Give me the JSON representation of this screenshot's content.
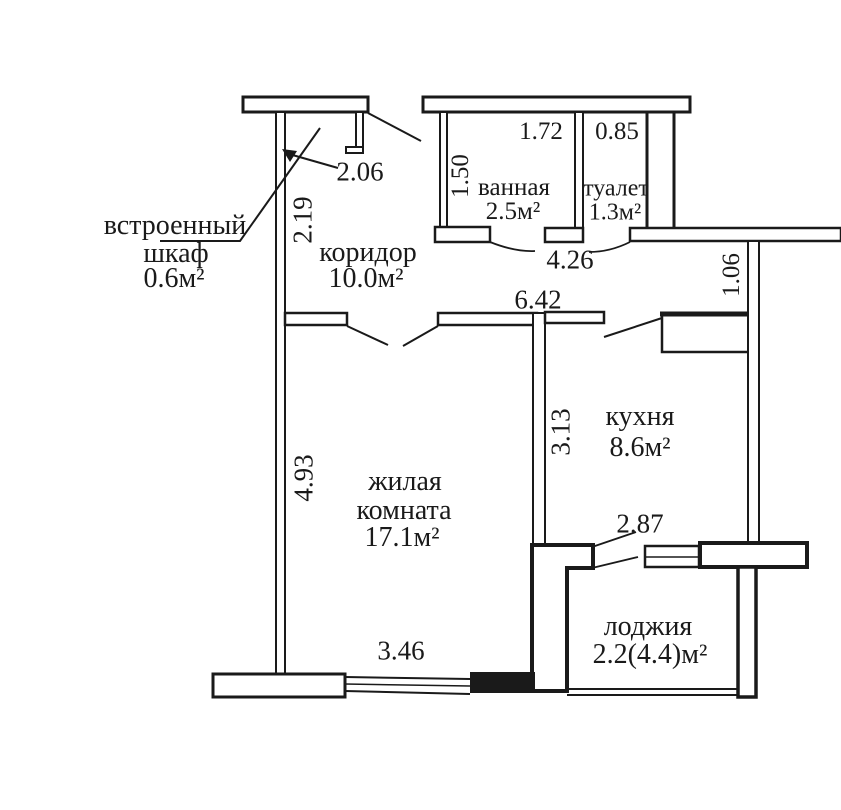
{
  "plan": {
    "rooms": {
      "closet": {
        "name_line1": "встроенный",
        "name_line2": "шкаф",
        "area": "0.6м²"
      },
      "corridor": {
        "name": "коридор",
        "area": "10.0м²"
      },
      "bathroom": {
        "name": "ванная",
        "area": "2.5м²"
      },
      "toilet": {
        "name": "туалет",
        "area": "1.3м²"
      },
      "kitchen": {
        "name": "кухня",
        "area": "8.6м²"
      },
      "living_room": {
        "name_line1": "жилая",
        "name_line2": "комната",
        "area": "17.1м²"
      },
      "loggia": {
        "name": "лоджия",
        "area": "2.2(4.4)м²"
      }
    },
    "dimensions": {
      "closet_opening": "2.06",
      "corridor_depth": "2.19",
      "bathroom_width": "1.72",
      "toilet_width": "0.85",
      "bathroom_depth": "1.50",
      "hall_width": "4.26",
      "entry_wall_offset": "1.06",
      "corridor_width": "6.42",
      "kitchen_depth": "3.13",
      "living_depth": "4.93",
      "loggia_opening": "2.87",
      "living_width": "3.46"
    },
    "colors": {
      "ink": "#1a1a1a",
      "background": "#ffffff"
    }
  }
}
